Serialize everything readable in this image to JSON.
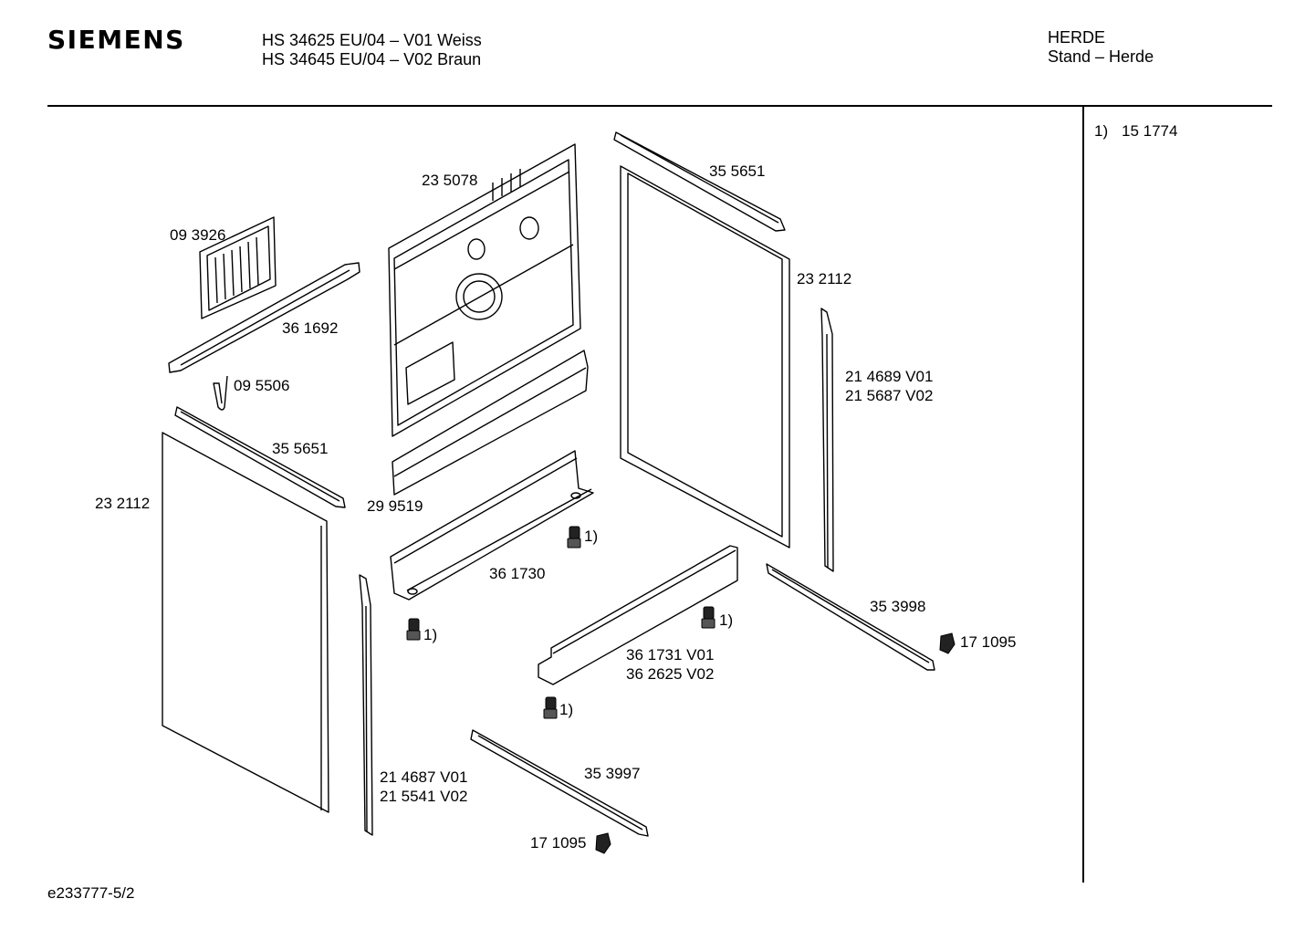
{
  "header": {
    "brand": "SIEMENS",
    "models": [
      "HS 34625 EU/04 – V01 Weiss",
      "HS 34645 EU/04 – V02 Braun"
    ],
    "category": "HERDE",
    "subcategory": "Stand – Herde"
  },
  "notes": [
    {
      "marker": "1)",
      "value": "15 1774"
    }
  ],
  "parts": [
    {
      "id": "p-093926",
      "lines": [
        "09 3926"
      ]
    },
    {
      "id": "p-361692",
      "lines": [
        "36 1692"
      ]
    },
    {
      "id": "p-095506",
      "lines": [
        "09 5506"
      ]
    },
    {
      "id": "p-235078",
      "lines": [
        "23 5078"
      ]
    },
    {
      "id": "p-355651-top",
      "lines": [
        "35 5651"
      ]
    },
    {
      "id": "p-232112-right",
      "lines": [
        "23 2112"
      ]
    },
    {
      "id": "p-214689",
      "lines": [
        "21 4689 V01",
        "21 5687 V02"
      ]
    },
    {
      "id": "p-355651-left",
      "lines": [
        "35 5651"
      ]
    },
    {
      "id": "p-232112-left",
      "lines": [
        "23 2112"
      ]
    },
    {
      "id": "p-299519",
      "lines": [
        "29 9519"
      ]
    },
    {
      "id": "p-361730",
      "lines": [
        "36 1730"
      ]
    },
    {
      "id": "p-353998",
      "lines": [
        "35 3998"
      ]
    },
    {
      "id": "p-171095-right",
      "lines": [
        "17 1095"
      ]
    },
    {
      "id": "p-361731",
      "lines": [
        "36 1731 V01",
        "36 2625 V02"
      ]
    },
    {
      "id": "p-353997",
      "lines": [
        "35 3997"
      ]
    },
    {
      "id": "p-214687",
      "lines": [
        "21 4687 V01",
        "21 5541 V02"
      ]
    },
    {
      "id": "p-171095-bottom",
      "lines": [
        "17 1095"
      ]
    }
  ],
  "foot_refs": [
    "1)",
    "1)",
    "1)",
    "1)"
  ],
  "footer": {
    "doc_id": "e233777-5/2"
  }
}
